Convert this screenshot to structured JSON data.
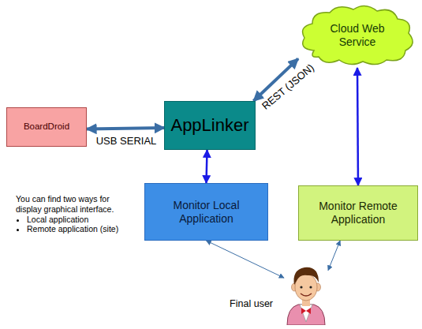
{
  "diagram": {
    "nodes": [
      {
        "text": [
          "Cloud Web Service"
        ]
      },
      {
        "text": [
          "BoardDroid"
        ]
      },
      {
        "text": [
          "AppLinker"
        ]
      },
      {
        "text": [
          "Monitor Local Application"
        ]
      },
      {
        "text": [
          "Monitor Remote Application"
        ]
      },
      {
        "text": [
          "Final user"
        ]
      }
    ],
    "edges": [
      {
        "from": 1,
        "to": 2,
        "arrow": "both",
        "label": "USB SERIAL"
      },
      {
        "from": 2,
        "to": 0,
        "arrow": "both",
        "label": "REST (JSON)"
      },
      {
        "from": 2,
        "to": 3,
        "arrow": "both"
      },
      {
        "from": 0,
        "to": 4,
        "arrow": "both"
      },
      {
        "from": 3,
        "to": 5,
        "arrow": "both"
      },
      {
        "from": 4,
        "to": 5,
        "arrow": "both"
      }
    ],
    "labels": [
      "You can find two ways for display graphical interface.",
      "Local application",
      "Remote application (site)"
    ]
  }
}
